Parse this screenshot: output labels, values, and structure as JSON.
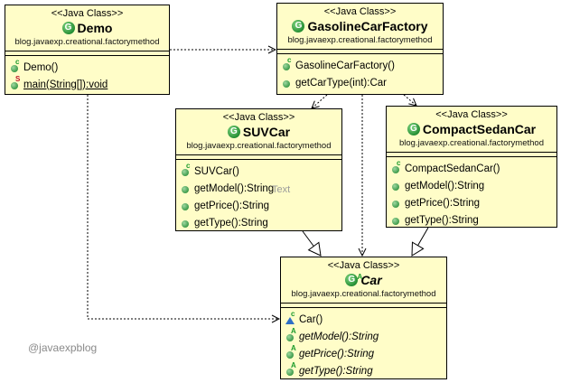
{
  "diagram": {
    "type": "UML class diagram",
    "stereotype": "<<Java Class>>",
    "package": "blog.javaexp.creational.factorymethod",
    "classes": {
      "demo": {
        "name": "Demo",
        "abstract": false,
        "operations": [
          {
            "signature": "Demo()",
            "icon": "constructor-icon",
            "marker": "c",
            "static": false,
            "abstract": false
          },
          {
            "signature": "main(String[]):void",
            "icon": "static-method-icon",
            "marker": "S",
            "static": true,
            "abstract": false
          }
        ]
      },
      "gasoline": {
        "name": "GasolineCarFactory",
        "abstract": false,
        "operations": [
          {
            "signature": "GasolineCarFactory()",
            "icon": "constructor-icon",
            "marker": "c"
          },
          {
            "signature": "getCarType(int):Car",
            "icon": "public-method-icon",
            "marker": ""
          }
        ]
      },
      "suv": {
        "name": "SUVCar",
        "abstract": false,
        "operations": [
          {
            "signature": "SUVCar()",
            "icon": "constructor-icon",
            "marker": "c"
          },
          {
            "signature": "getModel():String",
            "icon": "public-method-icon",
            "marker": ""
          },
          {
            "signature": "getPrice():String",
            "icon": "public-method-icon",
            "marker": ""
          },
          {
            "signature": "getType():String",
            "icon": "public-method-icon",
            "marker": ""
          }
        ]
      },
      "compact": {
        "name": "CompactSedanCar",
        "abstract": false,
        "operations": [
          {
            "signature": "CompactSedanCar()",
            "icon": "constructor-icon",
            "marker": "c"
          },
          {
            "signature": "getModel():String",
            "icon": "public-method-icon",
            "marker": ""
          },
          {
            "signature": "getPrice():String",
            "icon": "public-method-icon",
            "marker": ""
          },
          {
            "signature": "getType():String",
            "icon": "public-method-icon",
            "marker": ""
          }
        ]
      },
      "car": {
        "name": "Car",
        "abstract": true,
        "operations": [
          {
            "signature": "Car()",
            "icon": "protected-constructor-icon",
            "marker": "c"
          },
          {
            "signature": "getModel():String",
            "icon": "abstract-method-icon",
            "marker": "A"
          },
          {
            "signature": "getPrice():String",
            "icon": "abstract-method-icon",
            "marker": "A"
          },
          {
            "signature": "getType():String",
            "icon": "abstract-method-icon",
            "marker": "A"
          }
        ]
      }
    },
    "relationships": [
      {
        "from": "Demo",
        "to": "GasolineCarFactory",
        "kind": "dependency"
      },
      {
        "from": "Demo",
        "to": "Car",
        "kind": "dependency"
      },
      {
        "from": "GasolineCarFactory",
        "to": "SUVCar",
        "kind": "dependency"
      },
      {
        "from": "GasolineCarFactory",
        "to": "CompactSedanCar",
        "kind": "dependency"
      },
      {
        "from": "GasolineCarFactory",
        "to": "Car",
        "kind": "dependency"
      },
      {
        "from": "SUVCar",
        "to": "Car",
        "kind": "generalization"
      },
      {
        "from": "CompactSedanCar",
        "to": "Car",
        "kind": "generalization"
      }
    ],
    "class_icon_letter": "G",
    "stray_text": "Text",
    "watermark": "@javaexpblog"
  }
}
